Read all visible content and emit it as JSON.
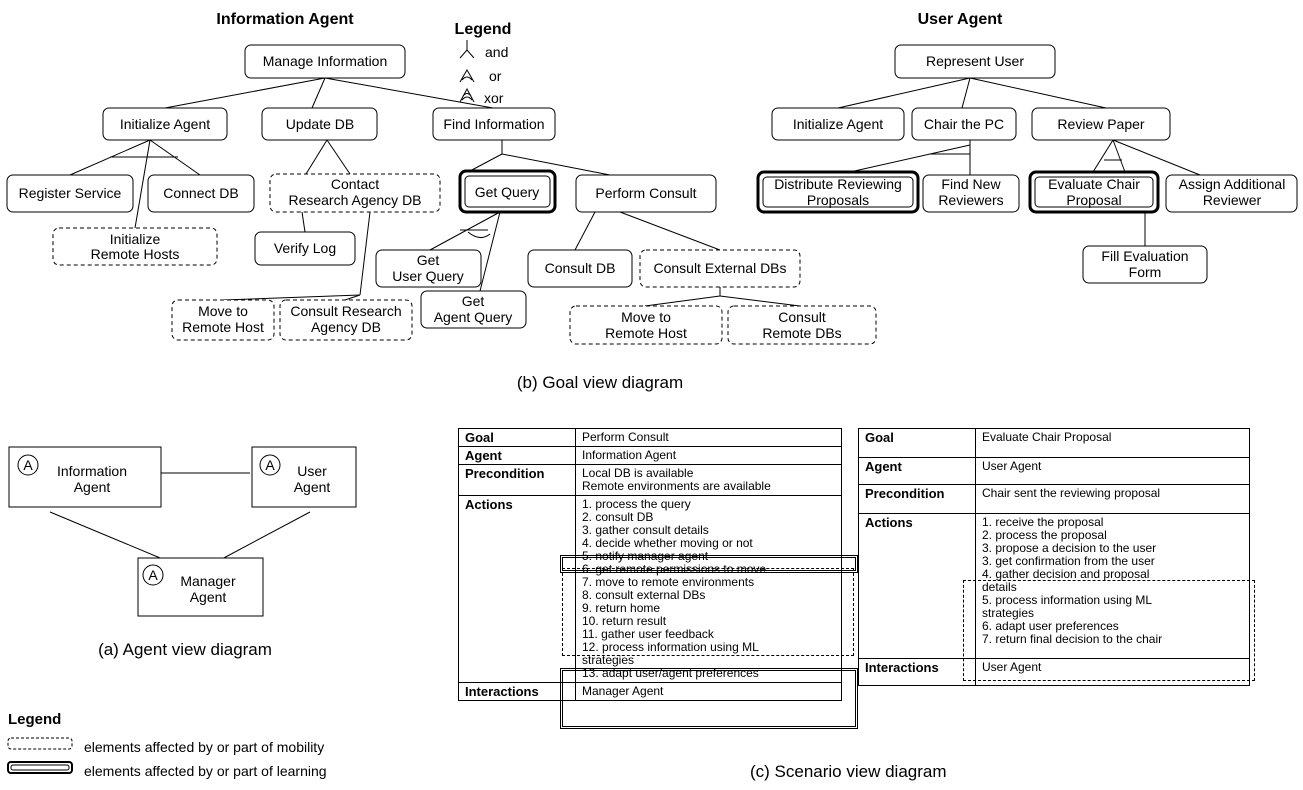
{
  "goal_view": {
    "info_agent_title": "Information Agent",
    "user_agent_title": "User Agent",
    "legend_title": "Legend",
    "legend_items": [
      "and",
      "or",
      "xor"
    ],
    "info_nodes": {
      "manage": "Manage Information",
      "init": "Initialize Agent",
      "update": "Update DB",
      "find": "Find Information",
      "register": "Register Service",
      "connect": "Connect DB",
      "init_remote": [
        "Initialize",
        "Remote Hosts"
      ],
      "contact": [
        "Contact",
        "Research Agency DB"
      ],
      "verify": "Verify Log",
      "move1": [
        "Move to",
        "Remote Host"
      ],
      "consult_research": [
        "Consult Research",
        "Agency DB"
      ],
      "get_query": "Get Query",
      "perform": "Perform Consult",
      "get_user_query": [
        "Get",
        "User Query"
      ],
      "get_agent_query": [
        "Get",
        "Agent Query"
      ],
      "consult_db": "Consult DB",
      "consult_ext": "Consult External DBs",
      "move2": [
        "Move to",
        "Remote Host"
      ],
      "consult_remote": [
        "Consult",
        "Remote DBs"
      ]
    },
    "user_nodes": {
      "represent": "Represent User",
      "init": "Initialize Agent",
      "chair": "Chair the PC",
      "review": "Review Paper",
      "distribute": [
        "Distribute Reviewing",
        "Proposals"
      ],
      "find_new": [
        "Find New",
        "Reviewers"
      ],
      "evaluate": [
        "Evaluate Chair",
        "Proposal"
      ],
      "assign": [
        "Assign Additional",
        "Reviewer"
      ],
      "fill": [
        "Fill Evaluation",
        "Form"
      ]
    },
    "caption": "(b) Goal view diagram"
  },
  "agent_view": {
    "info": [
      "Information",
      "Agent"
    ],
    "user": [
      "User",
      "Agent"
    ],
    "manager": [
      "Manager",
      "Agent"
    ],
    "badge": "A",
    "caption": "(a) Agent view diagram"
  },
  "legend_bottom": {
    "title": "Legend",
    "mobility": "elements affected by or part of mobility",
    "learning": "elements affected by or part of learning"
  },
  "scenario1": {
    "goal_label": "Goal",
    "goal": "Perform Consult",
    "agent_label": "Agent",
    "agent": "Information Agent",
    "pre_label": "Precondition",
    "pre": [
      "Local DB is available",
      "Remote environments are available"
    ],
    "actions_label": "Actions",
    "actions": [
      "1. process the query",
      "2. consult DB",
      "3. gather consult details",
      "4. decide whether moving or not",
      "5. notify manager agent",
      "6. get remote permissions to move",
      "7. move to remote environments",
      "8. consult external DBs",
      "9. return home",
      "10. return result",
      "11. gather user feedback",
      "12. process information using ML",
      "strategies",
      "13. adapt user/agent preferences"
    ],
    "inter_label": "Interactions",
    "inter": "Manager Agent"
  },
  "scenario2": {
    "goal_label": "Goal",
    "goal": "Evaluate Chair Proposal",
    "agent_label": "Agent",
    "agent": "User Agent",
    "pre_label": "Precondition",
    "pre": "Chair sent the reviewing proposal",
    "actions_label": "Actions",
    "actions": [
      "1. receive the proposal",
      "2. process the proposal",
      "3. propose a decision to the user",
      "3. get confirmation from the user",
      "4. gather decision and proposal",
      "details",
      "5. process information using ML",
      "strategies",
      "6. adapt user preferences",
      "7. return final decision to the chair"
    ],
    "inter_label": "Interactions",
    "inter": "User Agent"
  },
  "scenario_caption": "(c) Scenario view diagram"
}
